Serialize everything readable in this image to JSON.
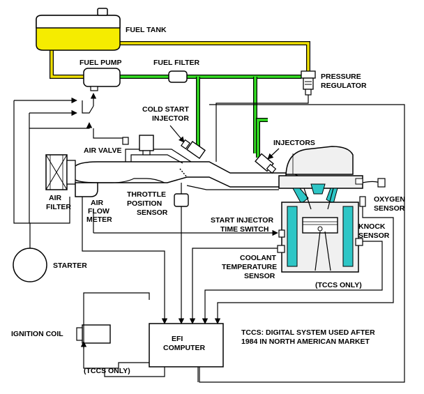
{
  "labels": {
    "fuel_tank": "FUEL TANK",
    "fuel_pump": "FUEL PUMP",
    "fuel_filter": "FUEL FILTER",
    "pressure": "PRESSURE",
    "regulator": "REGULATOR",
    "cold_start": "COLD START",
    "injector": "INJECTOR",
    "injectors": "INJECTORS",
    "air_valve": "AIR VALVE",
    "air": "AIR",
    "filter": "FILTER",
    "air2": "AIR",
    "flow": "FLOW",
    "meter": "METER",
    "throttle": "THROTTLE",
    "position": "POSITION",
    "sensor": "SENSOR",
    "oxygen": "OXYGEN",
    "oxygen_sensor": "SENSOR",
    "knock": "KNOCK",
    "knock_sensor": "SENSOR",
    "start_injector": "START INJECTOR",
    "time_switch": "TIME SWITCH",
    "coolant": "COOLANT",
    "temperature": "TEMPERATURE",
    "coolant_sensor": "SENSOR",
    "tccs_only_right": "(TCCS ONLY)",
    "starter": "STARTER",
    "ignition_coil": "IGNITION COIL",
    "efi": "EFI",
    "computer": "COMPUTER",
    "tccs_note_1": "TCCS:  DIGITAL SYSTEM USED AFTER",
    "tccs_note_2": "1984 IN NORTH AMERICAN MARKET",
    "tccs_only_bottom": "(TCCS ONLY)"
  },
  "colors": {
    "fuel_tank": "#f5ec00",
    "fuel_return_line": "#f0e000",
    "fuel_pressure_line": "#33dd22",
    "coolant": "#2ec6c6",
    "outline": "#000000",
    "engine_fill": "#f0f0f0"
  }
}
